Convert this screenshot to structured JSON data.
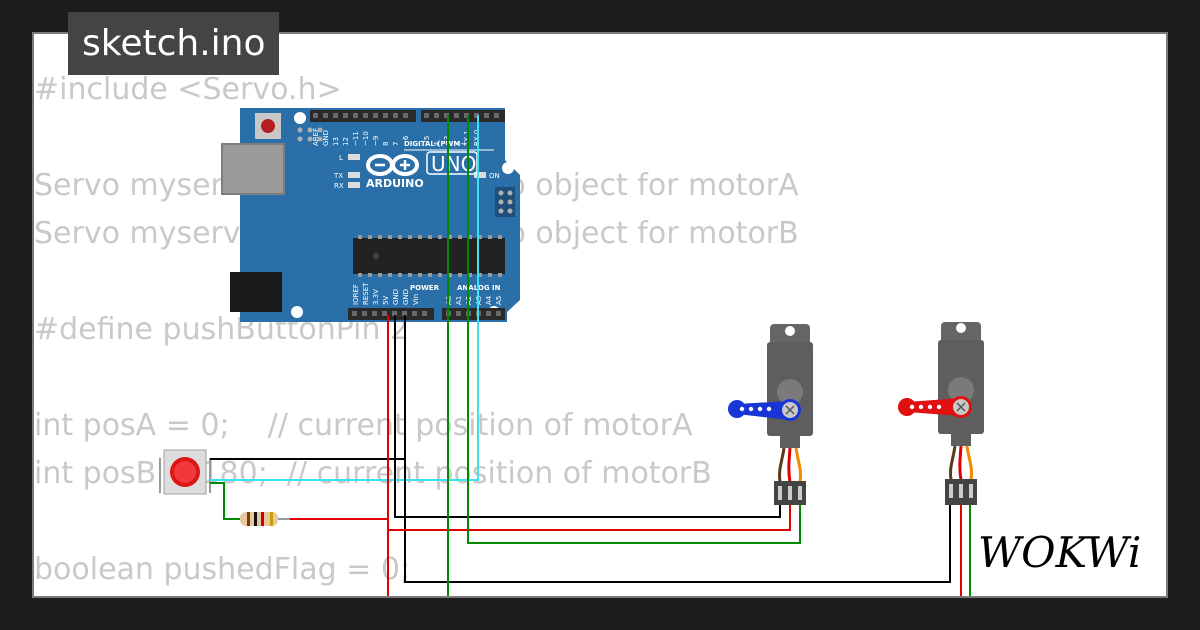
{
  "sketch": {
    "filename": "sketch.ino",
    "code_lines": [
      "#include <Servo.h>",
      "",
      "Servo myservoA;  // create servo object for motorA",
      "Servo myservoB;  // create servo object for motorB",
      "",
      "#define pushButtonPin 2",
      "",
      "int posA = 0;    // current position of motorA",
      "int posB = 180;  // current position of motorB",
      "",
      "boolean pushedFlag = 0;"
    ]
  },
  "arduino": {
    "brand": "ARDUINO",
    "model": "UNO",
    "header_digital": "DIGITAL (PWM~)",
    "header_power": "POWER",
    "header_analog": "ANALOG IN",
    "led_on": "ON",
    "led_l": "L",
    "led_tx": "TX",
    "led_rx": "RX",
    "top_pins": [
      "AREF",
      "GND",
      "13",
      "12",
      "~11",
      "~10",
      "~9",
      "8",
      "7",
      "~6",
      "~5",
      "4",
      "~3",
      "2",
      "TX 1",
      "RX 0"
    ],
    "power_pins": [
      "IOREF",
      "RESET",
      "3.3V",
      "5V",
      "GND",
      "GND",
      "Vin"
    ],
    "analog_pins": [
      "A0",
      "A1",
      "A2",
      "A3",
      "A4",
      "A5"
    ],
    "board_color": "#2a6fa8"
  },
  "parts": {
    "servo_a": {
      "horn_color": "#1a35d6"
    },
    "servo_b": {
      "horn_color": "#e01010"
    },
    "pushbutton": {
      "cap_color": "#e01515"
    }
  },
  "branding": {
    "logo_text": "WOKWi"
  },
  "wire_colors": {
    "red": "#e00000",
    "black": "#000000",
    "green": "#008a00",
    "cyan": "#3de2f2"
  }
}
